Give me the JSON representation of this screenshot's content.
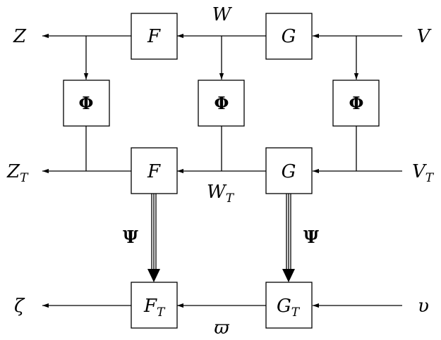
{
  "diagram": {
    "top": {
      "left_label": "Z",
      "mid_label": "W",
      "right_label": "V",
      "box_f": "F",
      "box_g": "G"
    },
    "phi": {
      "left": "Φ",
      "mid": "Φ",
      "right": "Φ"
    },
    "middle": {
      "left_label": "Z",
      "left_sub": "T",
      "mid_label": "W",
      "mid_sub": "T",
      "right_label": "V",
      "right_sub": "T",
      "box_f": "F",
      "box_g": "G"
    },
    "psi": {
      "left": "Ψ",
      "right": "Ψ"
    },
    "bottom": {
      "left_label": "ζ",
      "mid_label": "ϖ",
      "right_label": "υ",
      "box_f": "F",
      "box_f_sub": "T",
      "box_g": "G",
      "box_g_sub": "T"
    }
  }
}
